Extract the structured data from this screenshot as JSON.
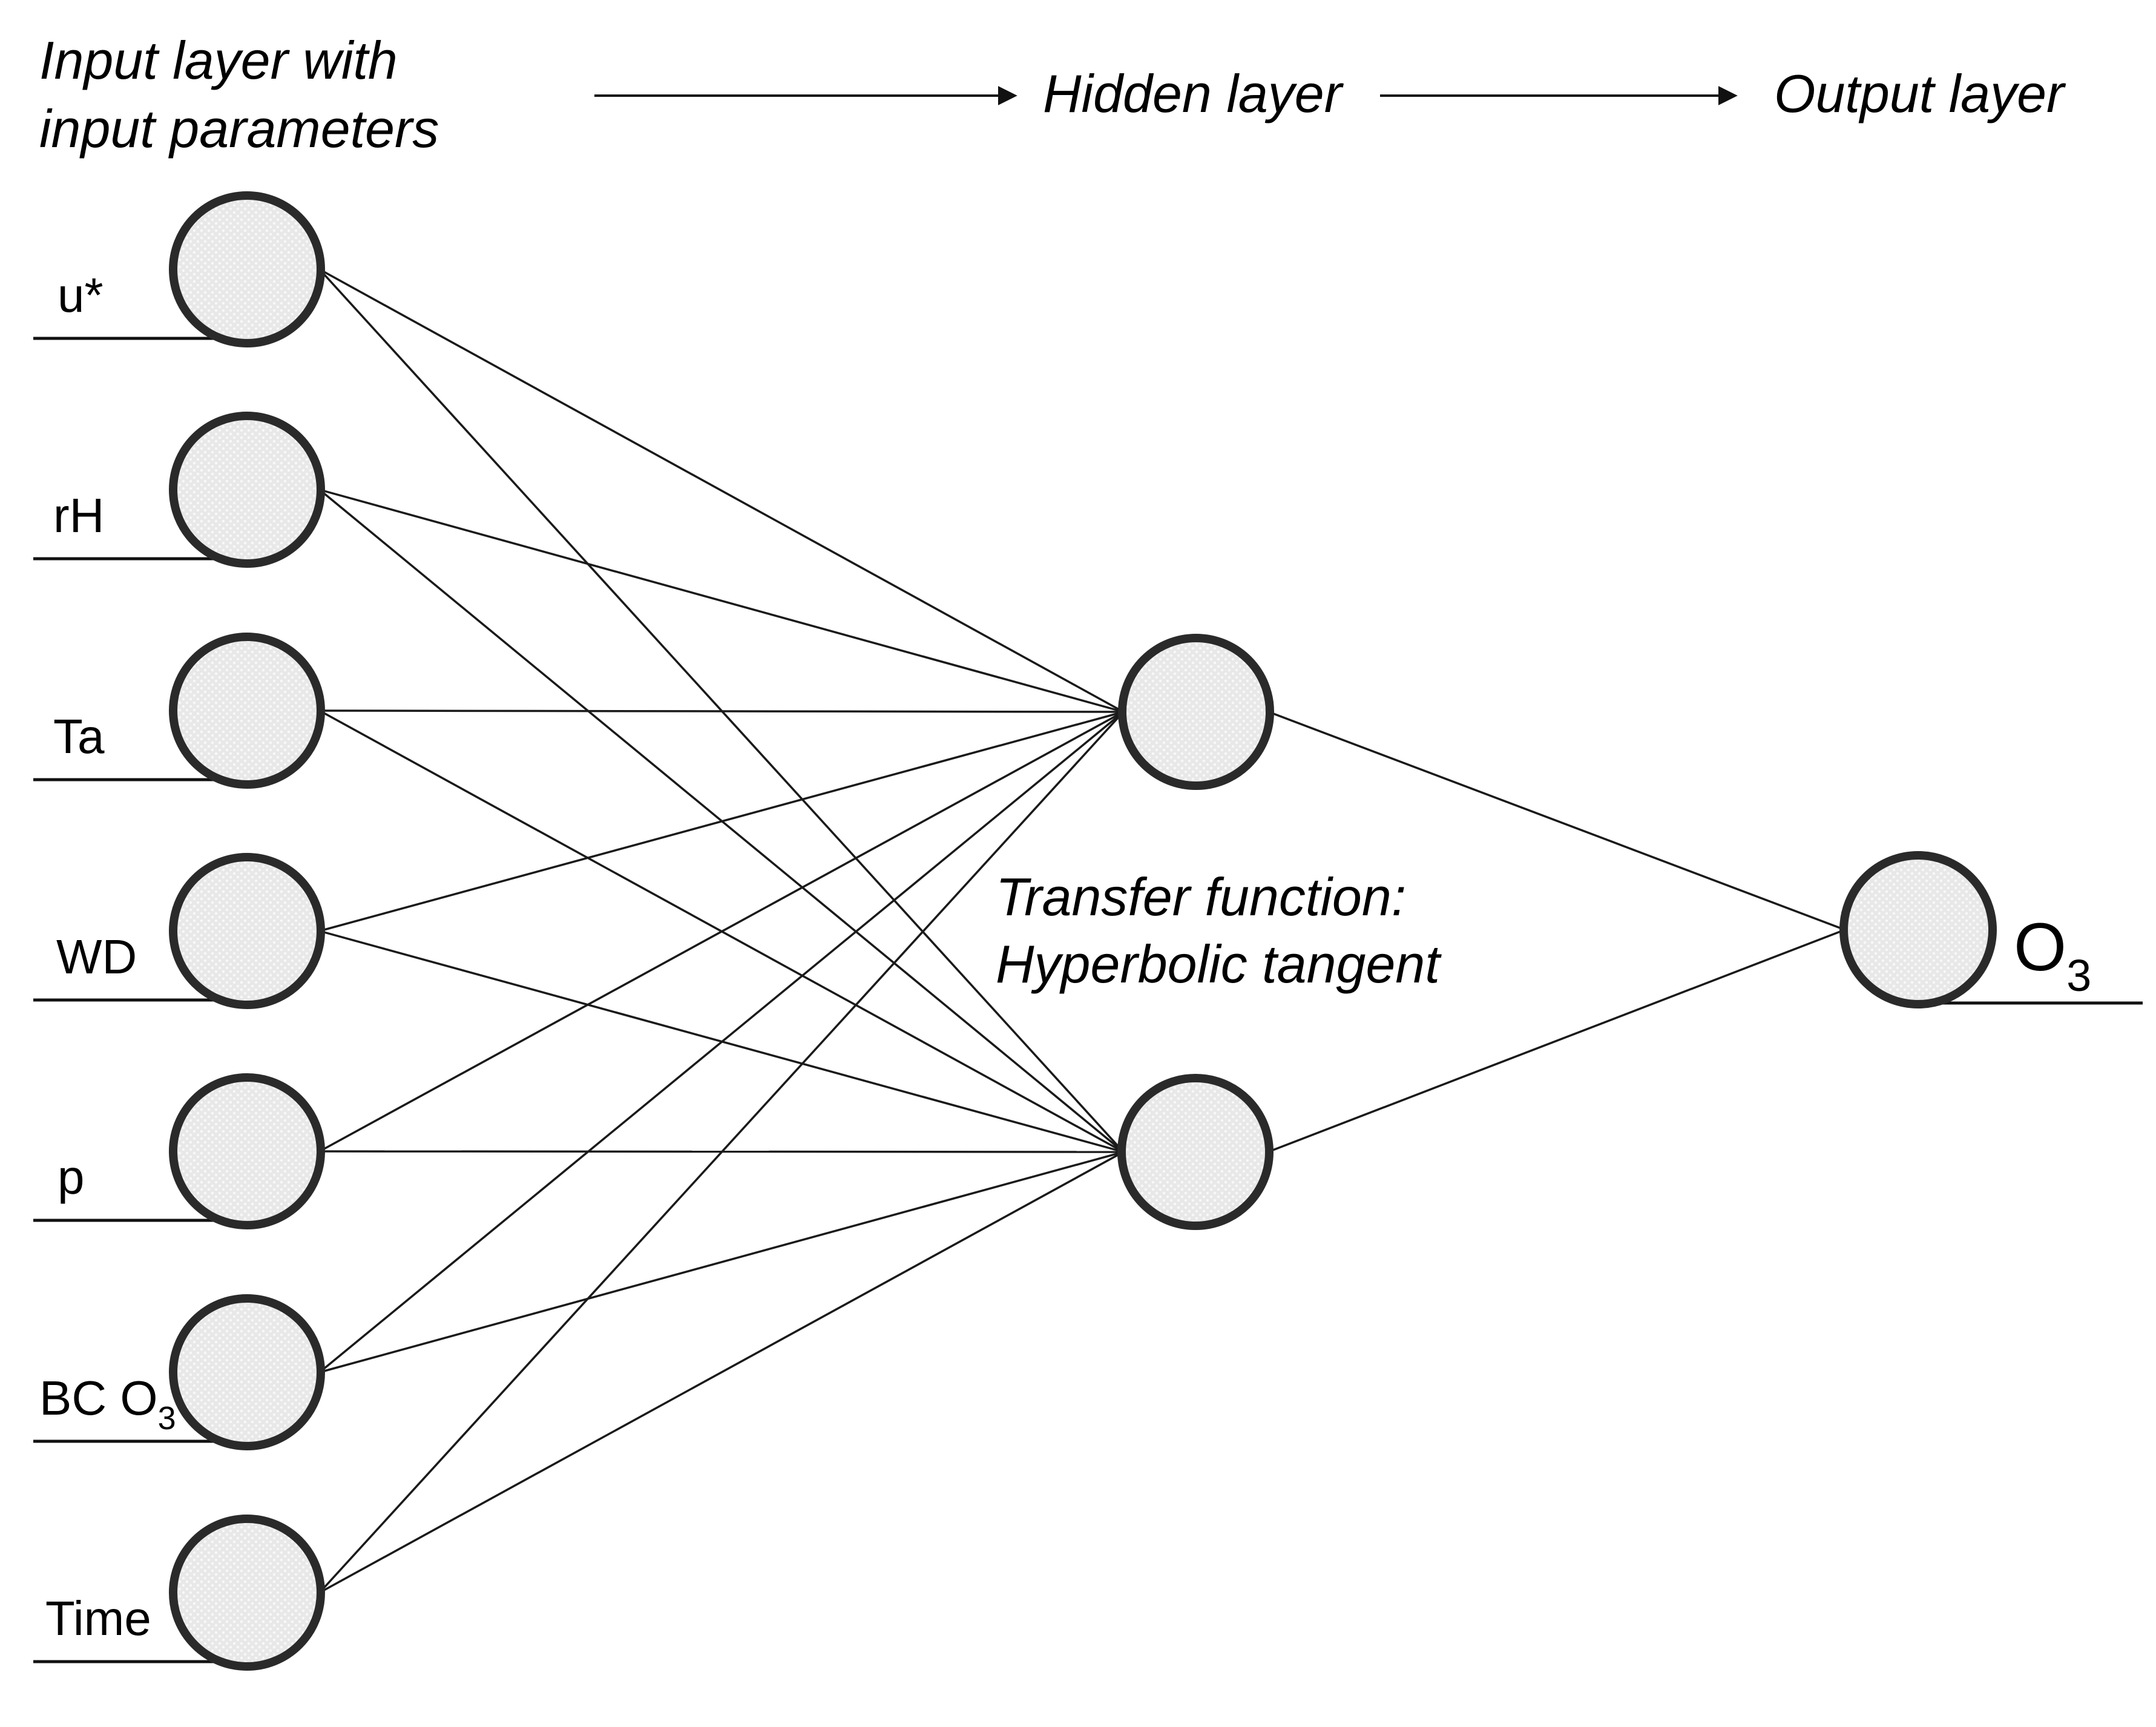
{
  "titles": {
    "input_line1": "Input layer with",
    "input_line2": "input parameters",
    "hidden": "Hidden layer",
    "output": "Output layer"
  },
  "transfer_note": {
    "line1": "Transfer function:",
    "line2": "Hyperbolic tangent"
  },
  "input_nodes": [
    {
      "label": "u*",
      "sub": ""
    },
    {
      "label": "rH",
      "sub": ""
    },
    {
      "label": "Ta",
      "sub": ""
    },
    {
      "label": "WD",
      "sub": ""
    },
    {
      "label": "p",
      "sub": ""
    },
    {
      "label": "BC O",
      "sub": "3"
    },
    {
      "label": "Time",
      "sub": ""
    }
  ],
  "output_node": {
    "label": "O",
    "sub": "3"
  },
  "structure": {
    "input_count": 7,
    "hidden_count": 2,
    "output_count": 1,
    "input_to_hidden": "every input node connects to both hidden nodes",
    "hidden_to_output": "both hidden nodes connect to the output node"
  },
  "colors": {
    "node_fill": "#e8e8e8",
    "node_fill_dot": "#f8f8f8",
    "node_stroke": "#2a2a2a",
    "line": "#1a1a1a",
    "text": "#000000",
    "background": "#ffffff"
  }
}
